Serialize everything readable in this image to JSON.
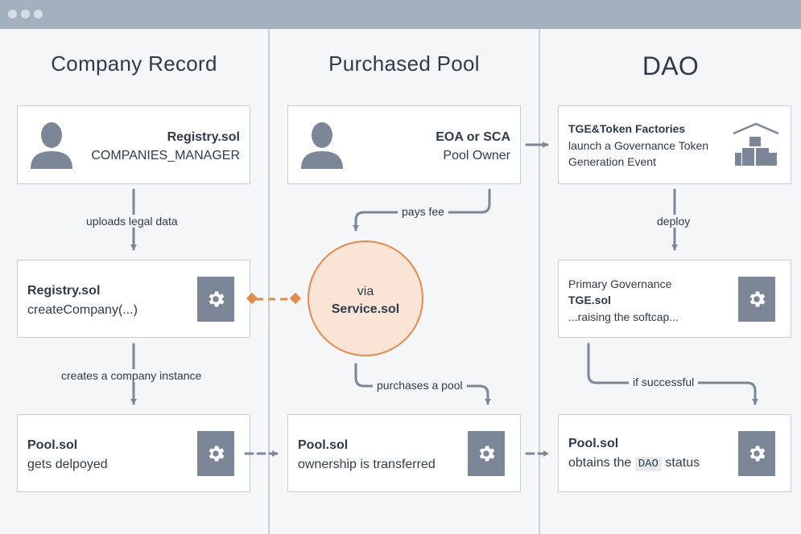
{
  "columns": {
    "left_title": "Company  Record",
    "middle_title": "Purchased Pool",
    "right_title": "DAO"
  },
  "left": {
    "top_box": {
      "title": "Registry.sol",
      "subtitle": "COMPANIES_MANAGER"
    },
    "arrow1_label": "uploads legal data",
    "mid_box": {
      "title": "Registry.sol",
      "subtitle": "createCompany(...)"
    },
    "arrow2_label": "creates a company instance",
    "bottom_box": {
      "title": "Pool.sol",
      "subtitle": "gets delpoyed"
    }
  },
  "middle": {
    "top_box": {
      "title": "EOA or SCA",
      "subtitle": "Pool Owner"
    },
    "arrow1_label": "pays fee",
    "circle": {
      "line1": "via",
      "line2": "Service.sol"
    },
    "arrow2_label": "purchases a pool",
    "bottom_box": {
      "title": "Pool.sol",
      "subtitle": "ownership is transferred"
    }
  },
  "right": {
    "top_box": {
      "title": "TGE&Token Factories",
      "line1": "launch a Governance Token",
      "line2": "Generation Event"
    },
    "arrow1_label": "deploy",
    "mid_box": {
      "line1": "Primary Governance",
      "title": "TGE.sol",
      "line2": "...raising the softcap..."
    },
    "arrow2_label": "if successful",
    "bottom_box": {
      "title": "Pool.sol",
      "subtitle_before": "obtains the",
      "code": "DAO",
      "subtitle_after": "status"
    }
  },
  "icons": {
    "person": "person-icon",
    "gear": "gear-icon",
    "factory": "warehouse-icon"
  },
  "colors": {
    "accent_orange": "#e58a4c",
    "circle_fill": "#f9e4d6",
    "arrow_gray": "#7b8796",
    "icon_gray": "#7b8796"
  }
}
